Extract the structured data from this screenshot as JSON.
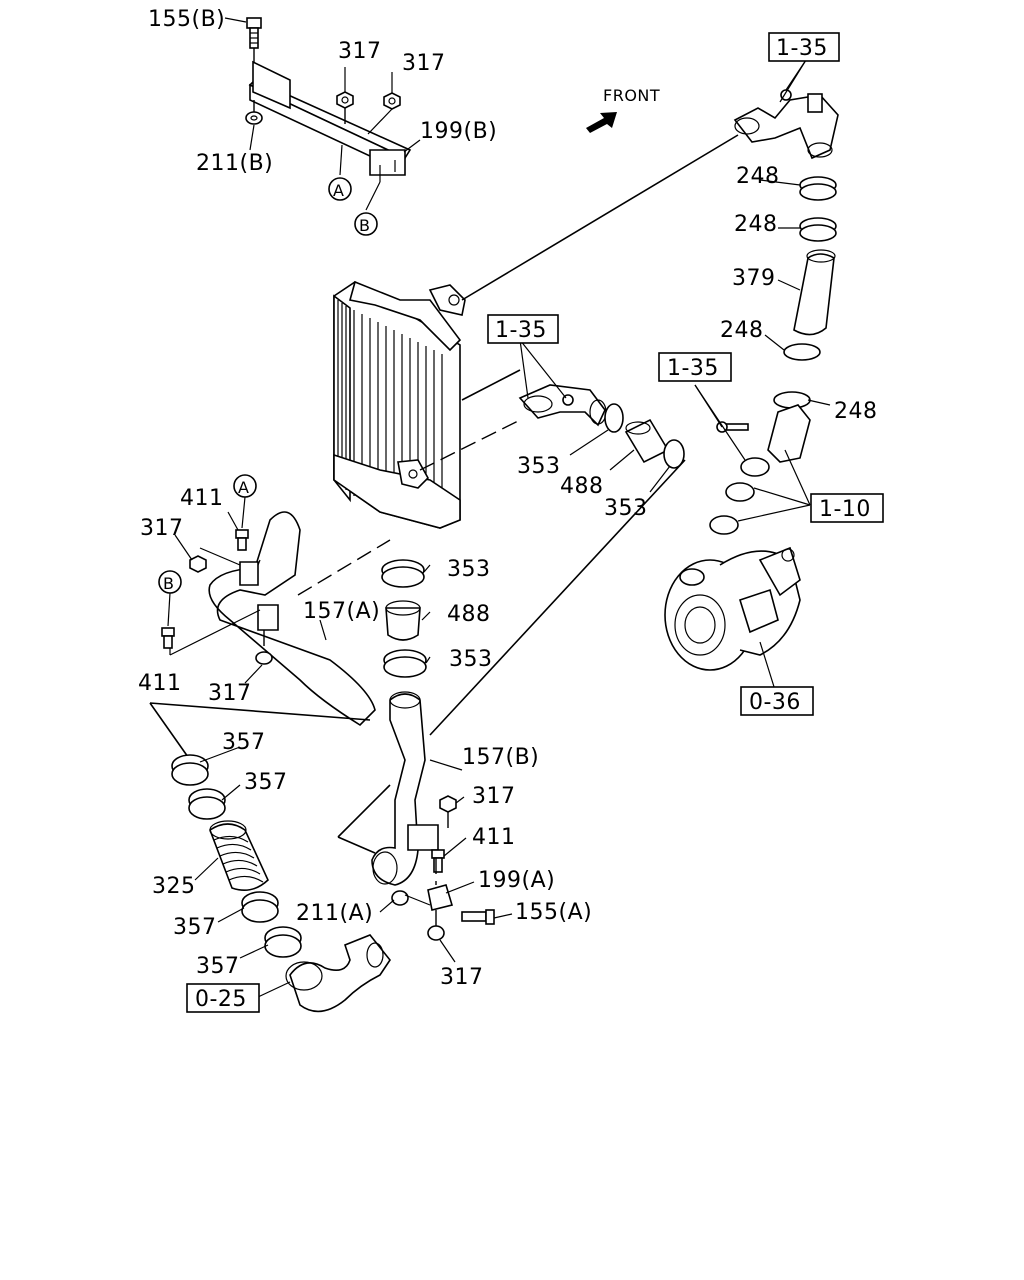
{
  "direction_label": "FRONT",
  "refs": {
    "r135_top": "1-35",
    "r135_mid": "1-35",
    "r135_right": "1-35",
    "r110": "1-10",
    "r036": "0-36",
    "r025": "0-25"
  },
  "callouts": {
    "c155b": "155(B)",
    "c317a": "317",
    "c317b": "317",
    "c199b": "199(B)",
    "c211b": "211(B)",
    "c248a": "248",
    "c248b": "248",
    "c379": "379",
    "c248c": "248",
    "c248d": "248",
    "c353a": "353",
    "c488a": "488",
    "c353b": "353",
    "c411a": "411",
    "c317c": "317",
    "c353c": "353",
    "c488b": "488",
    "c353d": "353",
    "c157a": "157(A)",
    "c411b": "411",
    "c317d": "317",
    "c357a": "357",
    "c357b": "357",
    "c157b": "157(B)",
    "c317e": "317",
    "c411c": "411",
    "c325": "325",
    "c199a": "199(A)",
    "c211a": "211(A)",
    "c155a": "155(A)",
    "c357c": "357",
    "c357d": "357",
    "c317f": "317"
  },
  "markers": {
    "a_top": "A",
    "b_top": "B",
    "a_left": "A",
    "b_left": "B"
  }
}
